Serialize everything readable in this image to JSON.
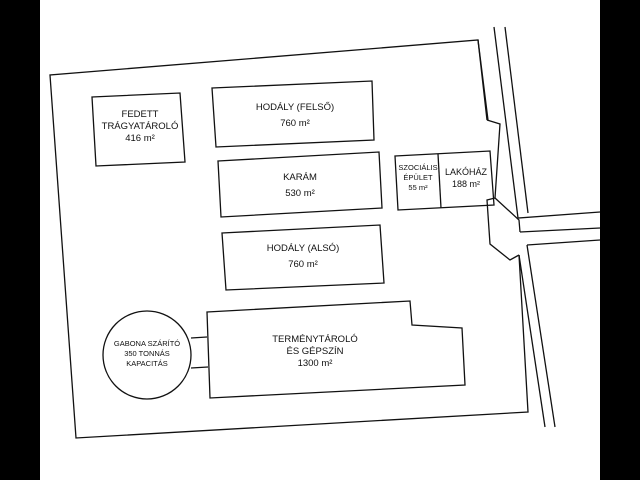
{
  "buildings": {
    "trágyatároló": {
      "line1": "FEDETT",
      "line2": "TRÁGYATÁROLÓ",
      "area": "416 m²"
    },
    "hodaly_felso": {
      "name": "HODÁLY (FELSŐ)",
      "area": "760 m²"
    },
    "karam": {
      "name": "KARÁM",
      "area": "530 m²"
    },
    "hodaly_also": {
      "name": "HODÁLY (ALSÓ)",
      "area": "760 m²"
    },
    "szocialis": {
      "line1": "SZOCIÁLIS",
      "line2": "ÉPÜLET",
      "area": "55 m²"
    },
    "lakohaz": {
      "name": "LAKÓHÁZ",
      "area": "188 m²"
    },
    "gabona": {
      "line1": "GABONA SZÁRÍTÓ",
      "line2": "350 TONNÁS",
      "line3": "KAPACITÁS"
    },
    "termeny": {
      "line1": "TERMÉNYTÁROLÓ",
      "line2": "ÉS GÉPSZÍN",
      "area": "1300 m²"
    }
  }
}
